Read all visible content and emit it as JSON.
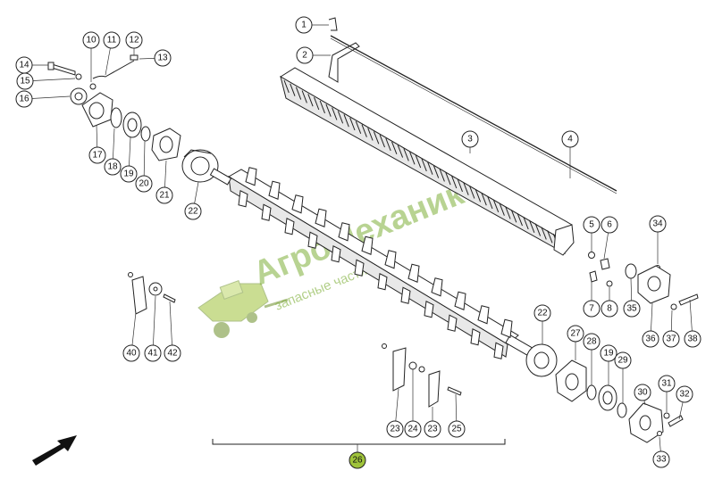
{
  "callouts": [
    {
      "id": "c1",
      "label": "1"
    },
    {
      "id": "c2",
      "label": "2"
    },
    {
      "id": "c3",
      "label": "3"
    },
    {
      "id": "c4",
      "label": "4"
    },
    {
      "id": "c5",
      "label": "5"
    },
    {
      "id": "c6",
      "label": "6"
    },
    {
      "id": "c7",
      "label": "7"
    },
    {
      "id": "c8",
      "label": "8"
    },
    {
      "id": "c10",
      "label": "10"
    },
    {
      "id": "c11",
      "label": "11"
    },
    {
      "id": "c12",
      "label": "12"
    },
    {
      "id": "c13",
      "label": "13"
    },
    {
      "id": "c14",
      "label": "14"
    },
    {
      "id": "c15",
      "label": "15"
    },
    {
      "id": "c16",
      "label": "16"
    },
    {
      "id": "c17",
      "label": "17"
    },
    {
      "id": "c18",
      "label": "18"
    },
    {
      "id": "c19a",
      "label": "19"
    },
    {
      "id": "c20",
      "label": "20"
    },
    {
      "id": "c21",
      "label": "21"
    },
    {
      "id": "c22a",
      "label": "22"
    },
    {
      "id": "c22b",
      "label": "22"
    },
    {
      "id": "c23a",
      "label": "23"
    },
    {
      "id": "c24",
      "label": "24"
    },
    {
      "id": "c23b",
      "label": "23"
    },
    {
      "id": "c25",
      "label": "25"
    },
    {
      "id": "c26",
      "label": "26"
    },
    {
      "id": "c27",
      "label": "27"
    },
    {
      "id": "c28",
      "label": "28"
    },
    {
      "id": "c19b",
      "label": "19"
    },
    {
      "id": "c29",
      "label": "29"
    },
    {
      "id": "c30",
      "label": "30"
    },
    {
      "id": "c31",
      "label": "31"
    },
    {
      "id": "c32",
      "label": "32"
    },
    {
      "id": "c33",
      "label": "33"
    },
    {
      "id": "c34",
      "label": "34"
    },
    {
      "id": "c35",
      "label": "35"
    },
    {
      "id": "c36",
      "label": "36"
    },
    {
      "id": "c37",
      "label": "37"
    },
    {
      "id": "c38",
      "label": "38"
    },
    {
      "id": "c40",
      "label": "40"
    },
    {
      "id": "c41",
      "label": "41"
    },
    {
      "id": "c42",
      "label": "42"
    }
  ],
  "watermark": {
    "brand": "АгроМеханик",
    "sub": "запасные части"
  },
  "colors": {
    "highlight": "#9fc33a",
    "watermark": "#7fb03a",
    "line": "#222222"
  }
}
